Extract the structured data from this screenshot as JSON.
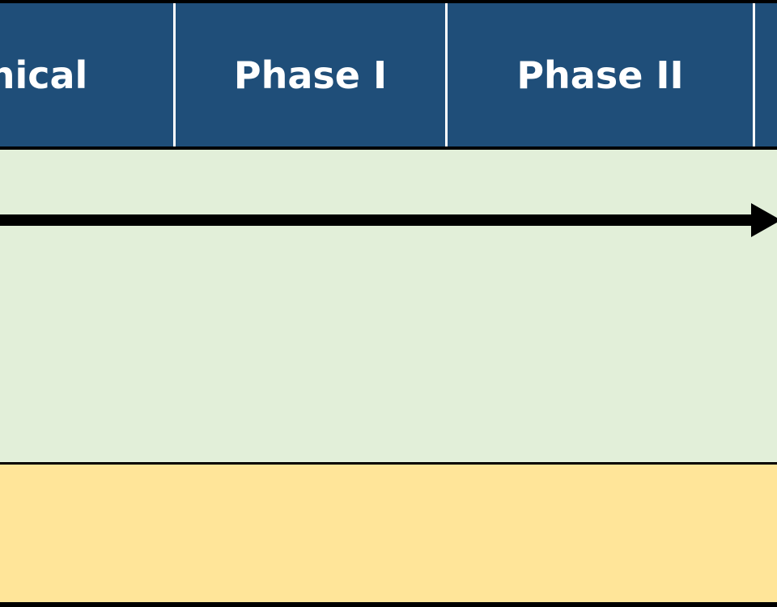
{
  "header": {
    "phases": [
      {
        "label": "nical"
      },
      {
        "label": "Phase I"
      },
      {
        "label": "Phase II"
      },
      {
        "label": ""
      }
    ]
  },
  "colors": {
    "header_bg": "#1f4e79",
    "header_text": "#ffffff",
    "green_band": "#e2efd9",
    "yellow_band": "#ffe599",
    "arrow": "#000000",
    "border": "#000000"
  }
}
